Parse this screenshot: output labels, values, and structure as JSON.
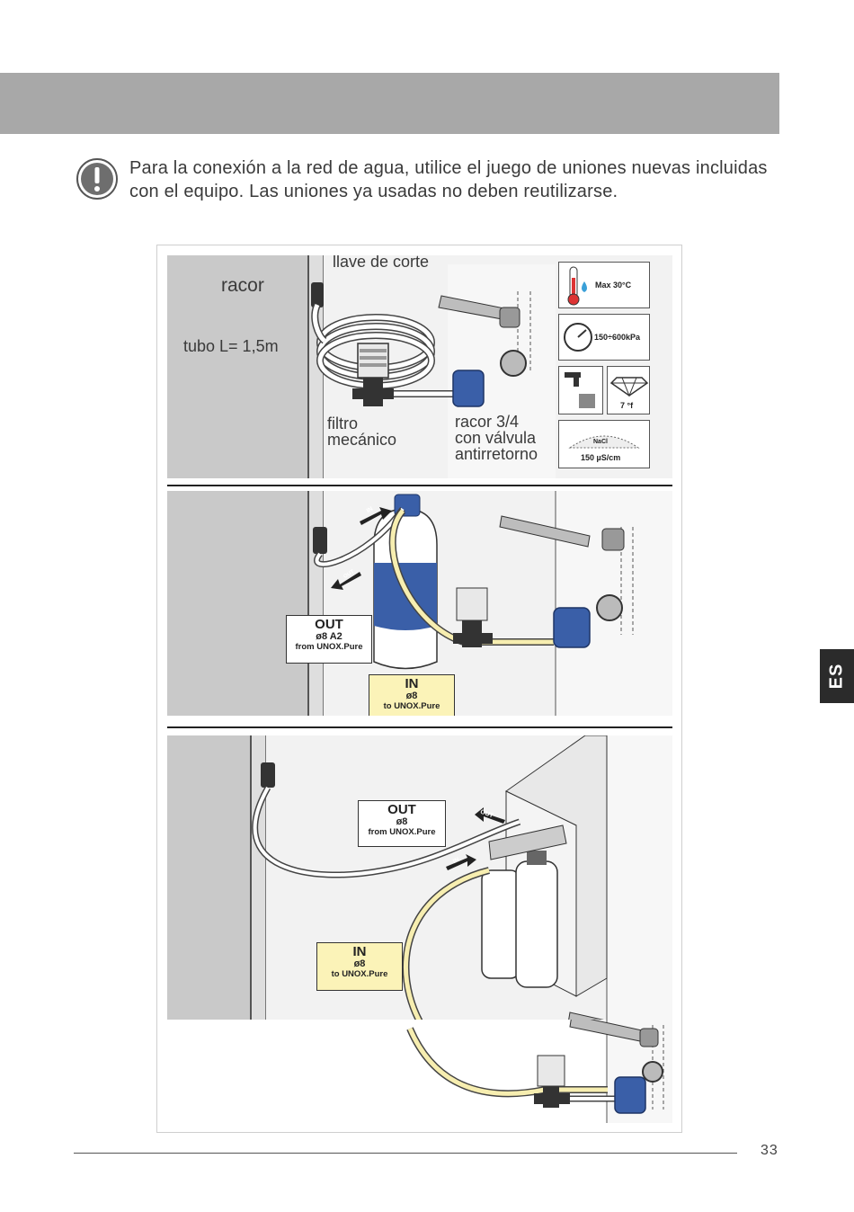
{
  "notice": {
    "icon": "exclamation-circle-icon",
    "text": "Para la conexión a la red de agua, utilice el juego de uniones nuevas incluidas con el equipo. Las uniones ya usadas no deben reutilizarse."
  },
  "side_tab": {
    "label": "ES"
  },
  "figure": {
    "panel1": {
      "labels": {
        "racor": "racor",
        "tubo": "tubo L= 1,5m",
        "llave": "llave de corte",
        "filtro": "filtro\nmecánico",
        "racor34": "racor 3/4\ncon válvula\nantirretorno"
      },
      "specs": {
        "temperature": "Max 30°C",
        "pressure": "150÷600kPa",
        "hardness": "7 °f",
        "nacl": "NaCl",
        "conductivity": "150 µS/cm"
      }
    },
    "panel2": {
      "arrow_in": "IN",
      "arrow_out": "OUT",
      "out_callout": {
        "title": "OUT",
        "size": "ø8 A2",
        "note": "from UNOX.Pure"
      },
      "in_callout": {
        "title": "IN",
        "size": "ø8",
        "note": "to UNOX.Pure"
      }
    },
    "panel3": {
      "arrow_in": "IN",
      "arrow_out": "OUT",
      "out_callout": {
        "title": "OUT",
        "size": "ø8",
        "note": "from UNOX.Pure"
      },
      "in_callout": {
        "title": "IN",
        "size": "ø8",
        "note": "to UNOX.Pure"
      }
    }
  },
  "footer": {
    "page_number": "33"
  },
  "colors": {
    "header_band": "#a8a8a8",
    "tab": "#2b2b2b",
    "filter_blue": "#3a5fa8",
    "hose_yellow": "#f7eeb0"
  }
}
